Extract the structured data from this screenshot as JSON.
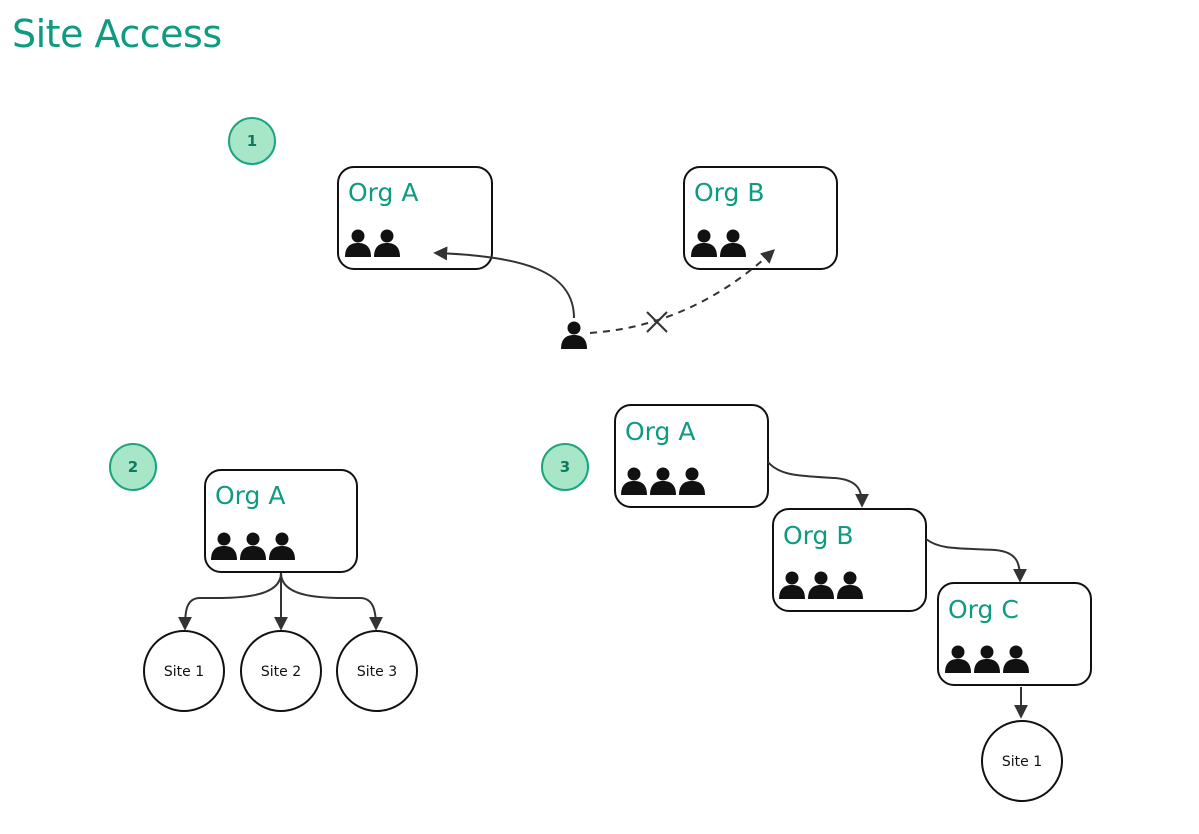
{
  "page": {
    "title": "Site Access"
  },
  "colors": {
    "accent": "#0f9b80",
    "step_fill": "#a8e6c8",
    "step_stroke": "#1aa57e",
    "ink": "#111111"
  },
  "scenario1": {
    "step": "1",
    "org_a": "Org A",
    "org_b": "Org B",
    "user_to_org_a": "allowed",
    "user_to_org_b": "blocked",
    "icons": [
      "person-icon",
      "x-mark-icon"
    ]
  },
  "scenario2": {
    "step": "2",
    "org": "Org A",
    "sites": [
      "Site 1",
      "Site 2",
      "Site 3"
    ]
  },
  "scenario3": {
    "step": "3",
    "orgs": [
      "Org A",
      "Org B",
      "Org C"
    ],
    "site": "Site 1"
  }
}
